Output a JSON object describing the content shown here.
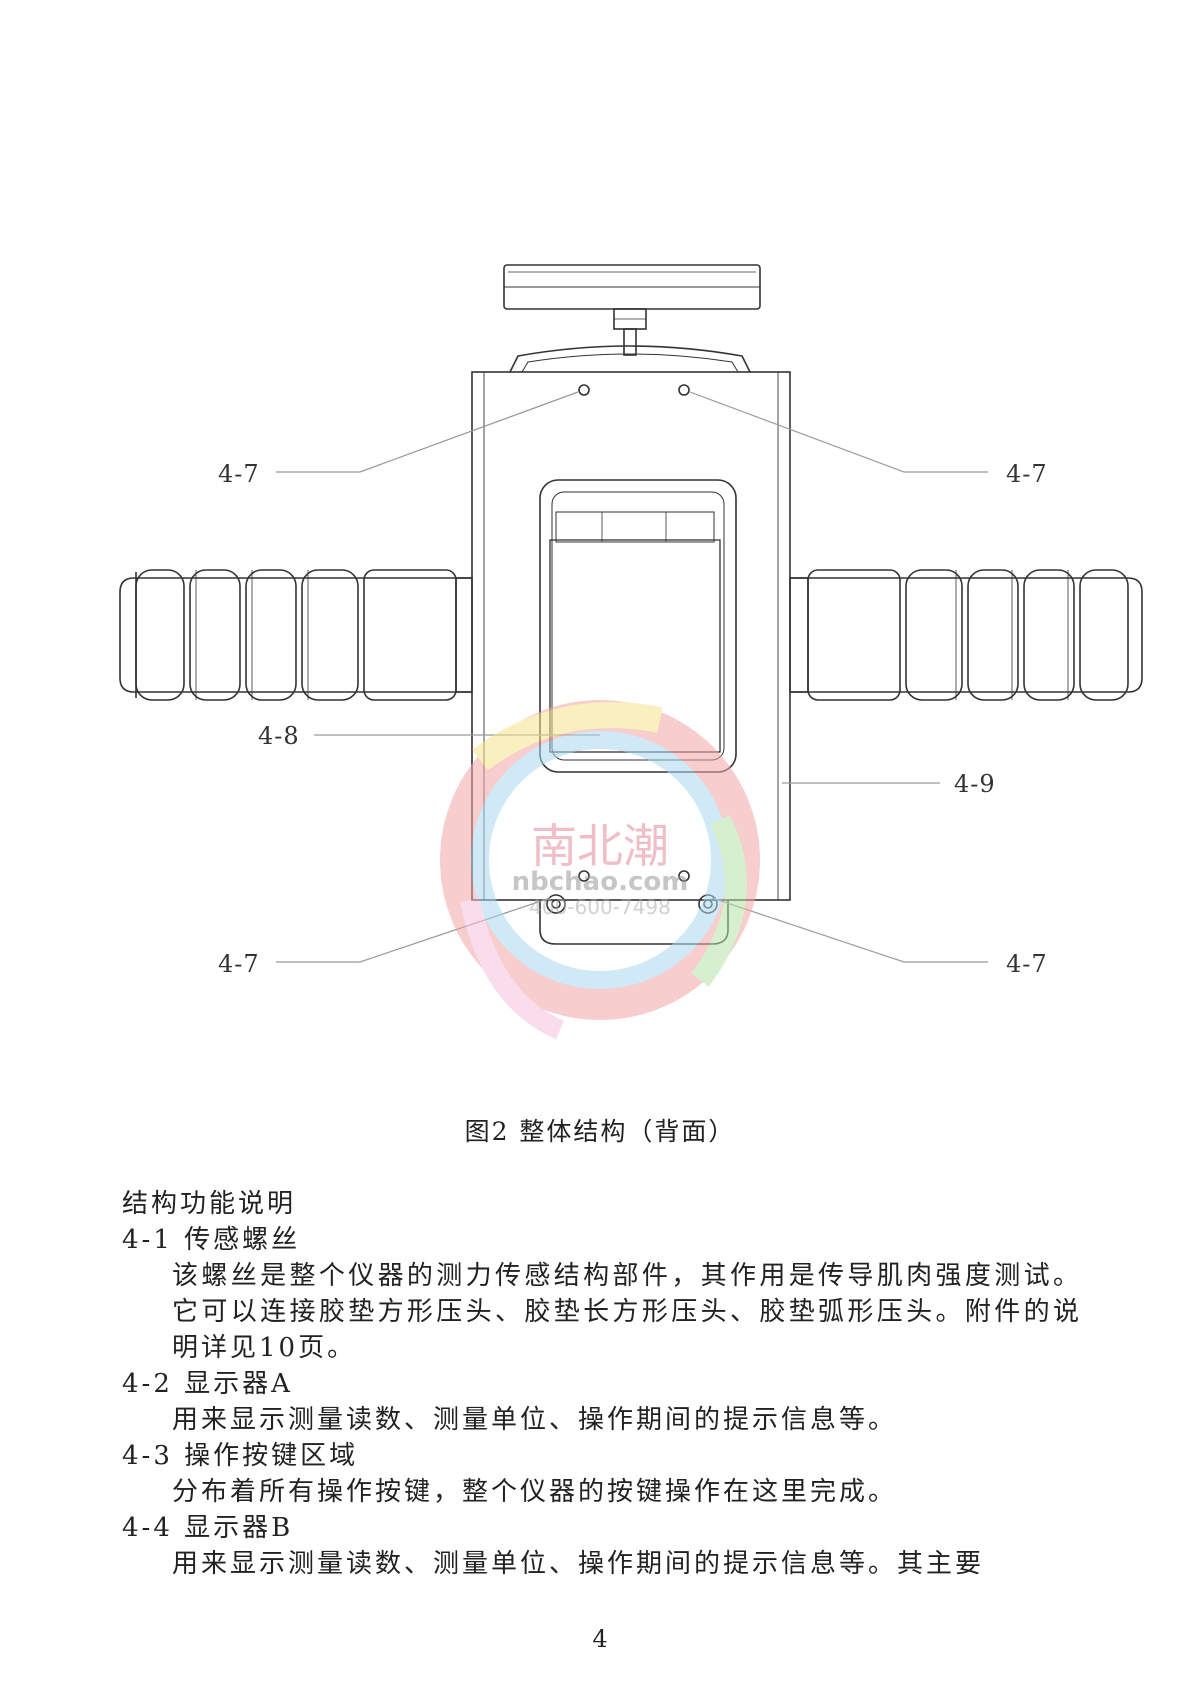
{
  "figure": {
    "callouts": {
      "top_left": "4-7",
      "top_right": "4-7",
      "bottom_left": "4-7",
      "bottom_right": "4-7",
      "label_4_8": "4-8",
      "label_4_9": "4-9"
    },
    "caption": "图2 整体结构（背面）"
  },
  "watermark": {
    "brand": "南北潮",
    "domain": "nbchao.com",
    "phone": "400-600-7498"
  },
  "section": {
    "heading": "结构功能说明",
    "items": [
      {
        "title": "4-1 传感螺丝",
        "body": "该螺丝是整个仪器的测力传感结构部件，其作用是传导肌肉强度测试。它可以连接胶垫方形压头、胶垫长方形压头、胶垫弧形压头。附件的说明详见10页。"
      },
      {
        "title": "4-2 显示器A",
        "body": "用来显示测量读数、测量单位、操作期间的提示信息等。"
      },
      {
        "title": "4-3 操作按键区域",
        "body": "分布着所有操作按键，整个仪器的按键操作在这里完成。"
      },
      {
        "title": "4-4 显示器B",
        "body": "用来显示测量读数、测量单位、操作期间的提示信息等。其主要"
      }
    ]
  },
  "page_number": "4"
}
